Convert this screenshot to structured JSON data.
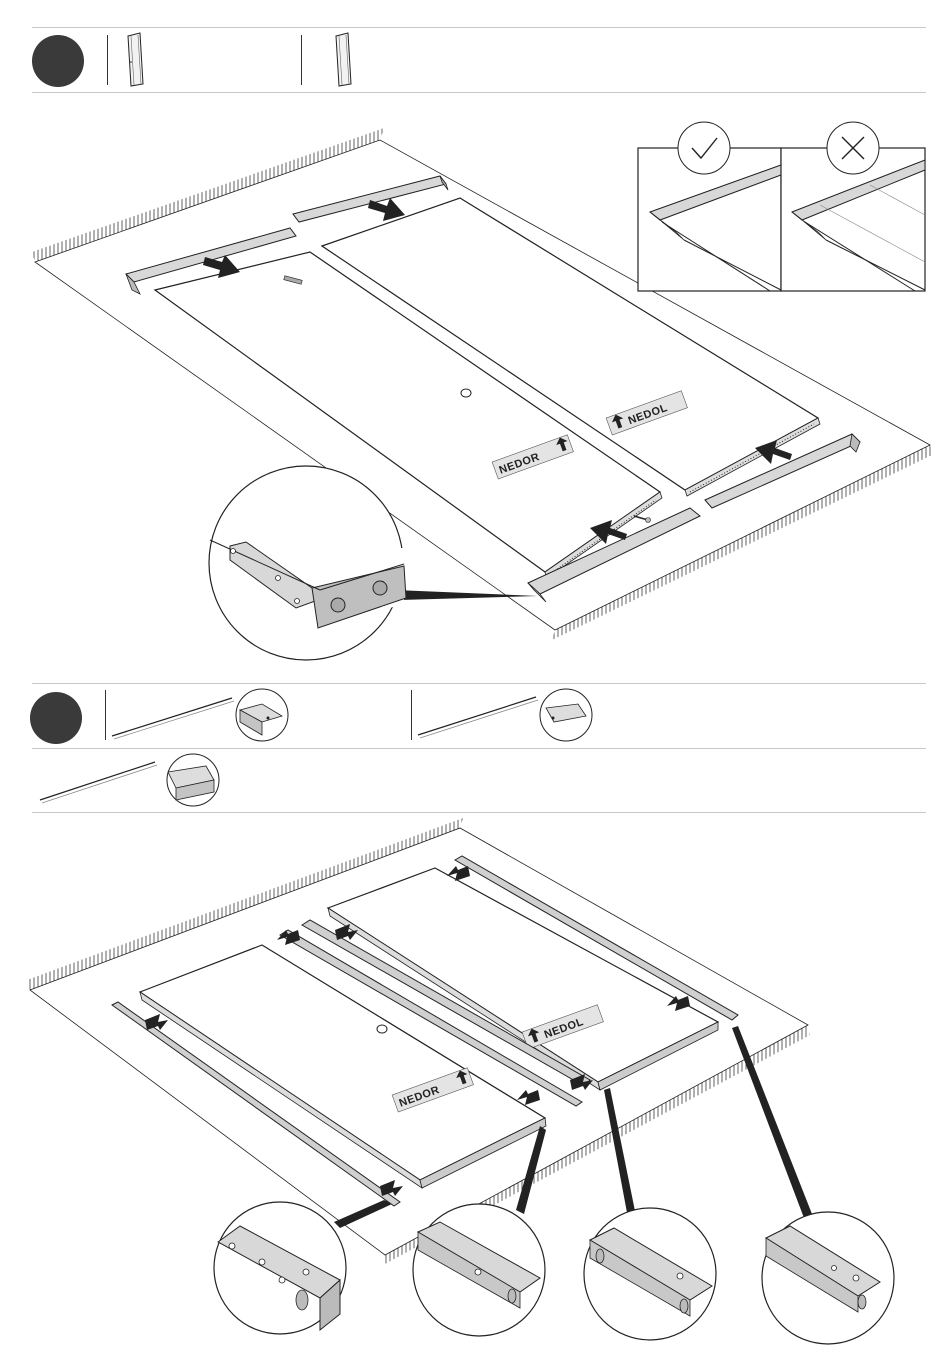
{
  "steps": [
    {
      "name": "step-1",
      "labels": [
        "NEDOR",
        "NEDOL"
      ]
    },
    {
      "name": "step-2",
      "labels": [
        "NEDOR",
        "NEDOL"
      ]
    }
  ],
  "labels": {
    "nedor": "NEDOR",
    "nedol": "NEDOL"
  },
  "icons": {
    "correct": "check-icon",
    "incorrect": "cross-icon",
    "direction": "arrow-icon"
  },
  "colors": {
    "step_dot": "#3a3a3a",
    "line": "#222222",
    "rule": "#c9c9c9",
    "steel": "#bfbfbf"
  }
}
